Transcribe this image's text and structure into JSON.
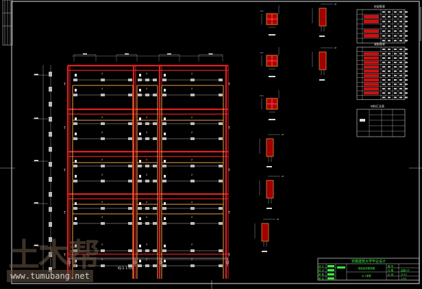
{
  "drawing": {
    "type": "CAD frame reinforcement drawing",
    "background": "#000000",
    "colors": {
      "border": "#bfbfbf",
      "beam_red": "#e02020",
      "beam_orange": "#f0a040",
      "annotation": "#d0d0d0",
      "title_text": "#33ff33",
      "table_red": "#cc1010"
    },
    "frame": {
      "label": "KJ-1 1:50",
      "stories": 5,
      "bays": 3,
      "bay_spans": [
        "long",
        "short",
        "long"
      ]
    },
    "section_details": {
      "column_sections": [
        "1-1",
        "2-2",
        "3-3"
      ],
      "beam_sections": [
        "a-a",
        "b-b",
        "c-c",
        "d-d",
        "e-e"
      ]
    },
    "tables": [
      {
        "title": "柱配筋表",
        "rows": 7
      },
      {
        "title": "梁配筋表",
        "rows": 12
      },
      {
        "title": "材料汇总表",
        "rows": 5
      }
    ],
    "title_block": {
      "header": "安徽建筑大学毕业设计",
      "left_labels": [
        "设 计",
        "校 对",
        "审 核",
        "审 定"
      ],
      "center_top": "框架结构配筋图",
      "center_bottom": "KJ-1配筋",
      "right_labels": [
        "图 号",
        "日 期",
        "比 例"
      ],
      "right_values": [
        "结施-05",
        "2013",
        "1:50"
      ]
    }
  },
  "watermark": {
    "logo_text": "土木帮",
    "url": "www.tumubang.net"
  }
}
